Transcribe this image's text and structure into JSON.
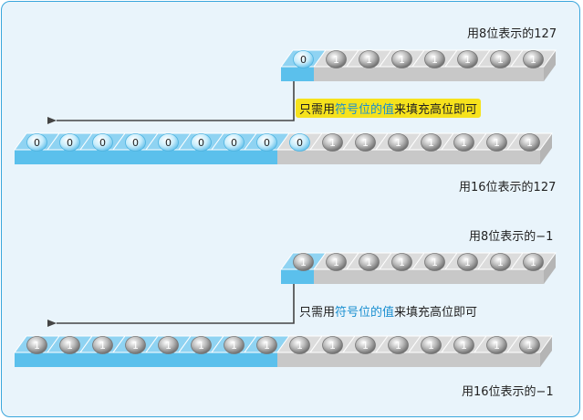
{
  "sections": [
    {
      "label_8bit": "用8位表示的127",
      "label_16bit": "用16位表示的127",
      "bits_8": [
        "0",
        "1",
        "1",
        "1",
        "1",
        "1",
        "1",
        "1"
      ],
      "bits_16": [
        "0",
        "0",
        "0",
        "0",
        "0",
        "0",
        "0",
        "0",
        "0",
        "1",
        "1",
        "1",
        "1",
        "1",
        "1",
        "1"
      ],
      "sign_extend_count": 8,
      "highlighted": true,
      "note": {
        "prefix": "只需用",
        "emphasis": "符号位的值",
        "suffix": "来填充高位即可"
      }
    },
    {
      "label_8bit": "用8位表示的−1",
      "label_16bit": "用16位表示的−1",
      "bits_8": [
        "1",
        "1",
        "1",
        "1",
        "1",
        "1",
        "1",
        "1"
      ],
      "bits_16": [
        "1",
        "1",
        "1",
        "1",
        "1",
        "1",
        "1",
        "1",
        "1",
        "1",
        "1",
        "1",
        "1",
        "1",
        "1",
        "1"
      ],
      "sign_extend_count": 8,
      "highlighted": false,
      "note": {
        "prefix": "只需用",
        "emphasis": "符号位的值",
        "suffix": "来填充高位即可"
      }
    }
  ],
  "colors": {
    "blue_fill": "#8fd3f2",
    "blue_front": "#5bc0ec",
    "gray_fill": "#dcdcdc",
    "gray_front": "#c8c8c8",
    "border": "#3aa6dc",
    "arrow": "#444444",
    "highlight": "#f6e21c"
  }
}
